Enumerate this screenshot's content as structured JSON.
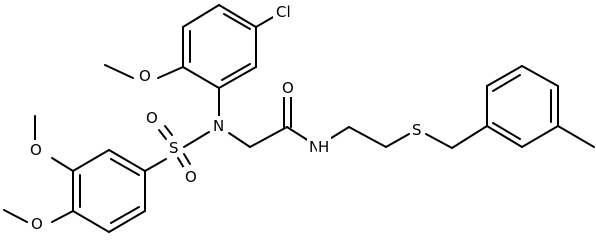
{
  "molecule": {
    "atom_labels": {
      "cl": "Cl",
      "o_methoxy_top": "O",
      "n_sulfonamide": "N",
      "s_sulfonyl": "S",
      "o_sulfonyl_top": "O",
      "o_sulfonyl_bottom": "O",
      "o_carbonyl": "O",
      "n_amide": "N",
      "h_amide": "H",
      "s_thioether": "S",
      "o_methoxy_left_upper": "O",
      "o_methoxy_left_lower": "O"
    }
  }
}
